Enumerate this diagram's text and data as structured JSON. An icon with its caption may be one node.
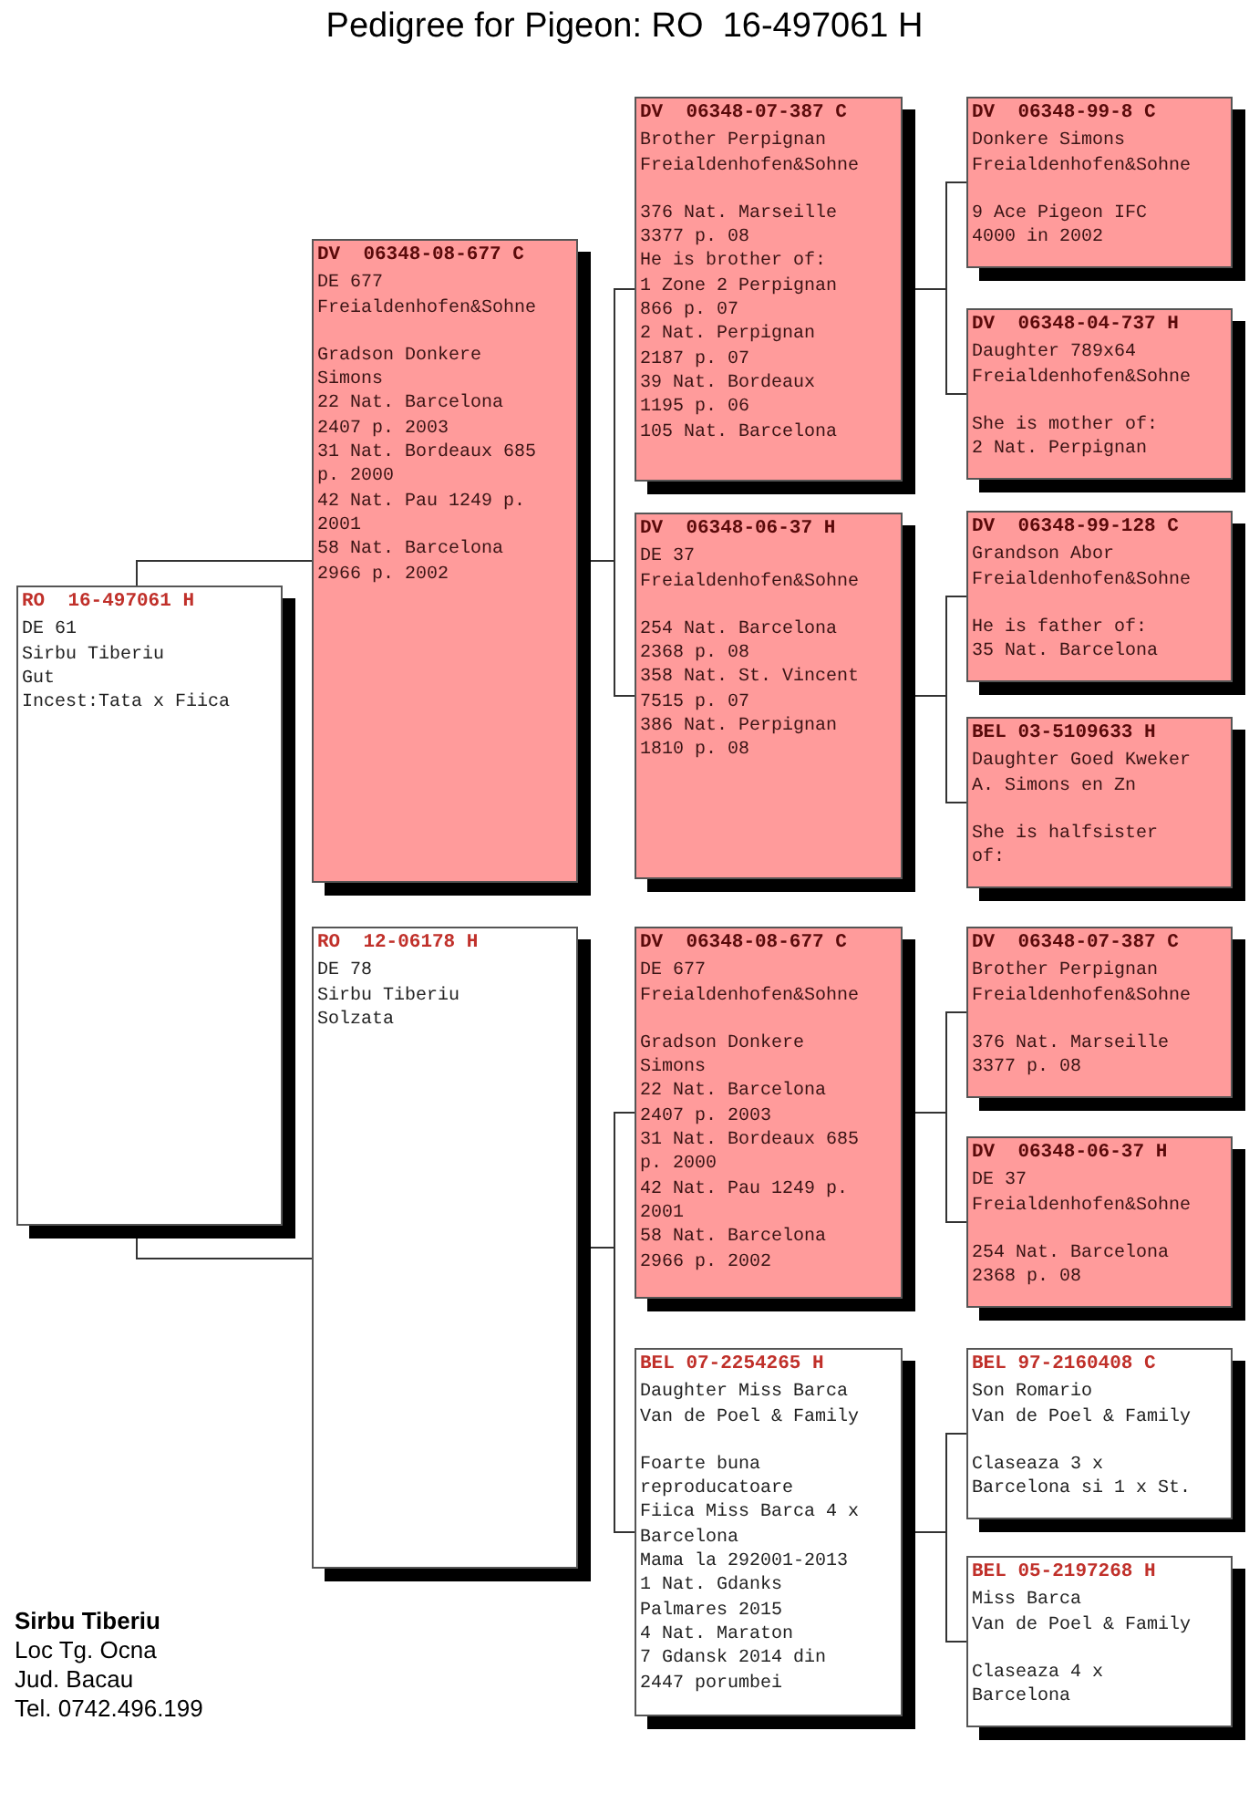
{
  "diagram": {
    "title": "Pedigree for Pigeon: RO  16-497061 H",
    "nodes": [
      {
        "text": [
          "RO  16-497061 H",
          "DE 61",
          "Sirbu Tiberiu",
          "Gut",
          "Incest:Tata x Fiica"
        ]
      },
      {
        "text": [
          "DV  06348-08-677 C",
          "DE 677",
          "Freialdenhofen&Sohne",
          "Gradson Donkere Simons",
          "22 Nat. Barcelona 2407 p. 2003",
          "31 Nat. Bordeaux 685 p. 2000",
          "42 Nat. Pau 1249 p. 2001",
          "58 Nat. Barcelona 2966 p. 2002"
        ]
      },
      {
        "text": [
          "DV  06348-07-387 C",
          "Brother Perpignan",
          "Freialdenhofen&Sohne",
          "376 Nat. Marseille 3377 p. 08",
          "He is brother of:",
          "1 Zone 2 Perpignan 866 p. 07",
          "2 Nat. Perpignan 2187 p. 07",
          "39 Nat. Bordeaux 1195 p. 06",
          "105 Nat. Barcelona"
        ]
      },
      {
        "text": [
          "DV  06348-99-8 C",
          "Donkere Simons",
          "Freialdenhofen&Sohne",
          "9 Ace Pigeon IFC 4000 in 2002"
        ]
      },
      {
        "text": [
          "DV  06348-04-737 H",
          "Daughter 789x64",
          "Freialdenhofen&Sohne",
          "She is mother of:",
          "2 Nat. Perpignan"
        ]
      },
      {
        "text": [
          "DV  06348-06-37 H",
          "DE 37",
          "Freialdenhofen&Sohne",
          "254 Nat. Barcelona 2368 p. 08",
          "358 Nat. St. Vincent 7515 p. 07",
          "386 Nat. Perpignan 1810 p. 08"
        ]
      },
      {
        "text": [
          "DV  06348-99-128 C",
          "Grandson Abor",
          "Freialdenhofen&Sohne",
          "He is father of:",
          "35 Nat. Barcelona"
        ]
      },
      {
        "text": [
          "BEL 03-5109633 H",
          "Daughter Goed Kweker",
          "A. Simons en Zn",
          "She is halfsister of:"
        ]
      },
      {
        "text": [
          "RO  12-06178 H",
          "DE 78",
          "Sirbu Tiberiu",
          "Solzata"
        ]
      },
      {
        "text": [
          "DV  06348-08-677 C",
          "DE 677",
          "Freialdenhofen&Sohne",
          "Gradson Donkere Simons",
          "22 Nat. Barcelona 2407 p. 2003",
          "31 Nat. Bordeaux 685 p. 2000",
          "42 Nat. Pau 1249 p. 2001",
          "58 Nat. Barcelona 2966 p. 2002"
        ]
      },
      {
        "text": [
          "DV  06348-07-387 C",
          "Brother Perpignan",
          "Freialdenhofen&Sohne",
          "376 Nat. Marseille 3377 p. 08"
        ]
      },
      {
        "text": [
          "DV  06348-06-37 H",
          "DE 37",
          "Freialdenhofen&Sohne",
          "254 Nat. Barcelona 2368 p. 08"
        ]
      },
      {
        "text": [
          "BEL 07-2254265 H",
          "Daughter Miss Barca",
          "Van de Poel & Family",
          "Foarte buna reproducatoare",
          "Fiica Miss Barca 4 x Barcelona",
          "Mama la 292001-2013",
          "1 Nat. Gdanks",
          "Palmares 2015",
          "4 Nat. Maraton",
          "7 Gdansk 2014 din 2447 porumbei"
        ]
      },
      {
        "text": [
          "BEL 97-2160408 C",
          "Son Romario",
          "Van de Poel & Family",
          "Claseaza 3 x Barcelona si 1 x St."
        ]
      },
      {
        "text": [
          "BEL 05-2197268 H",
          "Miss Barca",
          "Van de Poel & Family",
          "Claseaza 4 x Barcelona"
        ]
      }
    ],
    "edges": [
      {
        "from": 0,
        "to": 1,
        "arrow": "none"
      },
      {
        "from": 0,
        "to": 8,
        "arrow": "none"
      },
      {
        "from": 1,
        "to": 2,
        "arrow": "none"
      },
      {
        "from": 1,
        "to": 5,
        "arrow": "none"
      },
      {
        "from": 2,
        "to": 3,
        "arrow": "none"
      },
      {
        "from": 2,
        "to": 4,
        "arrow": "none"
      },
      {
        "from": 5,
        "to": 6,
        "arrow": "none"
      },
      {
        "from": 5,
        "to": 7,
        "arrow": "none"
      },
      {
        "from": 8,
        "to": 9,
        "arrow": "none"
      },
      {
        "from": 8,
        "to": 12,
        "arrow": "none"
      },
      {
        "from": 9,
        "to": 10,
        "arrow": "none"
      },
      {
        "from": 9,
        "to": 11,
        "arrow": "none"
      },
      {
        "from": 12,
        "to": 13,
        "arrow": "none"
      },
      {
        "from": 12,
        "to": 14,
        "arrow": "none"
      }
    ],
    "labels": [
      "Sirbu Tiberiu",
      "Loc Tg. Ocna",
      "Jud. Bacau",
      "Tel. 0742.496.199"
    ]
  }
}
